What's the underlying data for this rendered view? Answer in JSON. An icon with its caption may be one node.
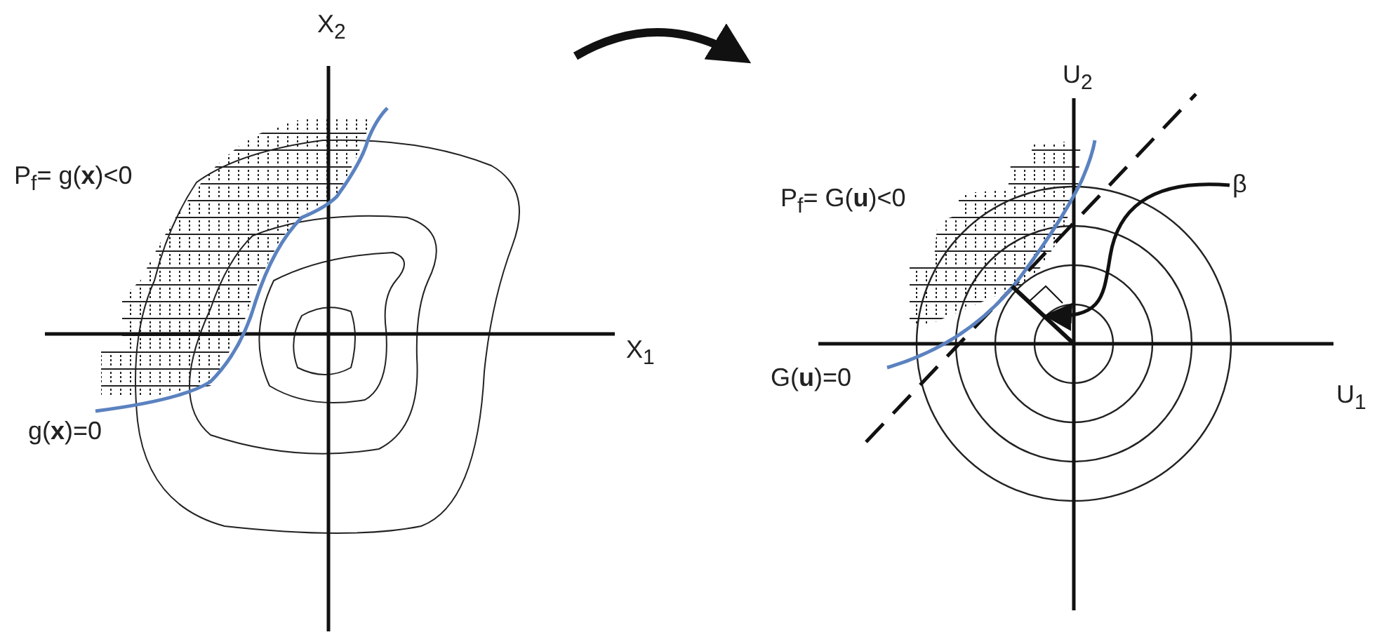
{
  "diagram": {
    "nodes": [
      {
        "text": [
          "β"
        ]
      },
      {
        "text": [],
        "shape": "line"
      }
    ],
    "edges": [
      {
        "from": 0,
        "to": 1,
        "arrow": "to"
      }
    ],
    "labels": [
      "X$_{2}$",
      "P$_{f}$= g(**x**)<0",
      "X$_{1}$",
      "g(**x**)=0",
      "U$_{2}$",
      "P$_{f}$= G(**u**)<0",
      "U$_{1}$",
      "G(**u**)=0"
    ]
  }
}
